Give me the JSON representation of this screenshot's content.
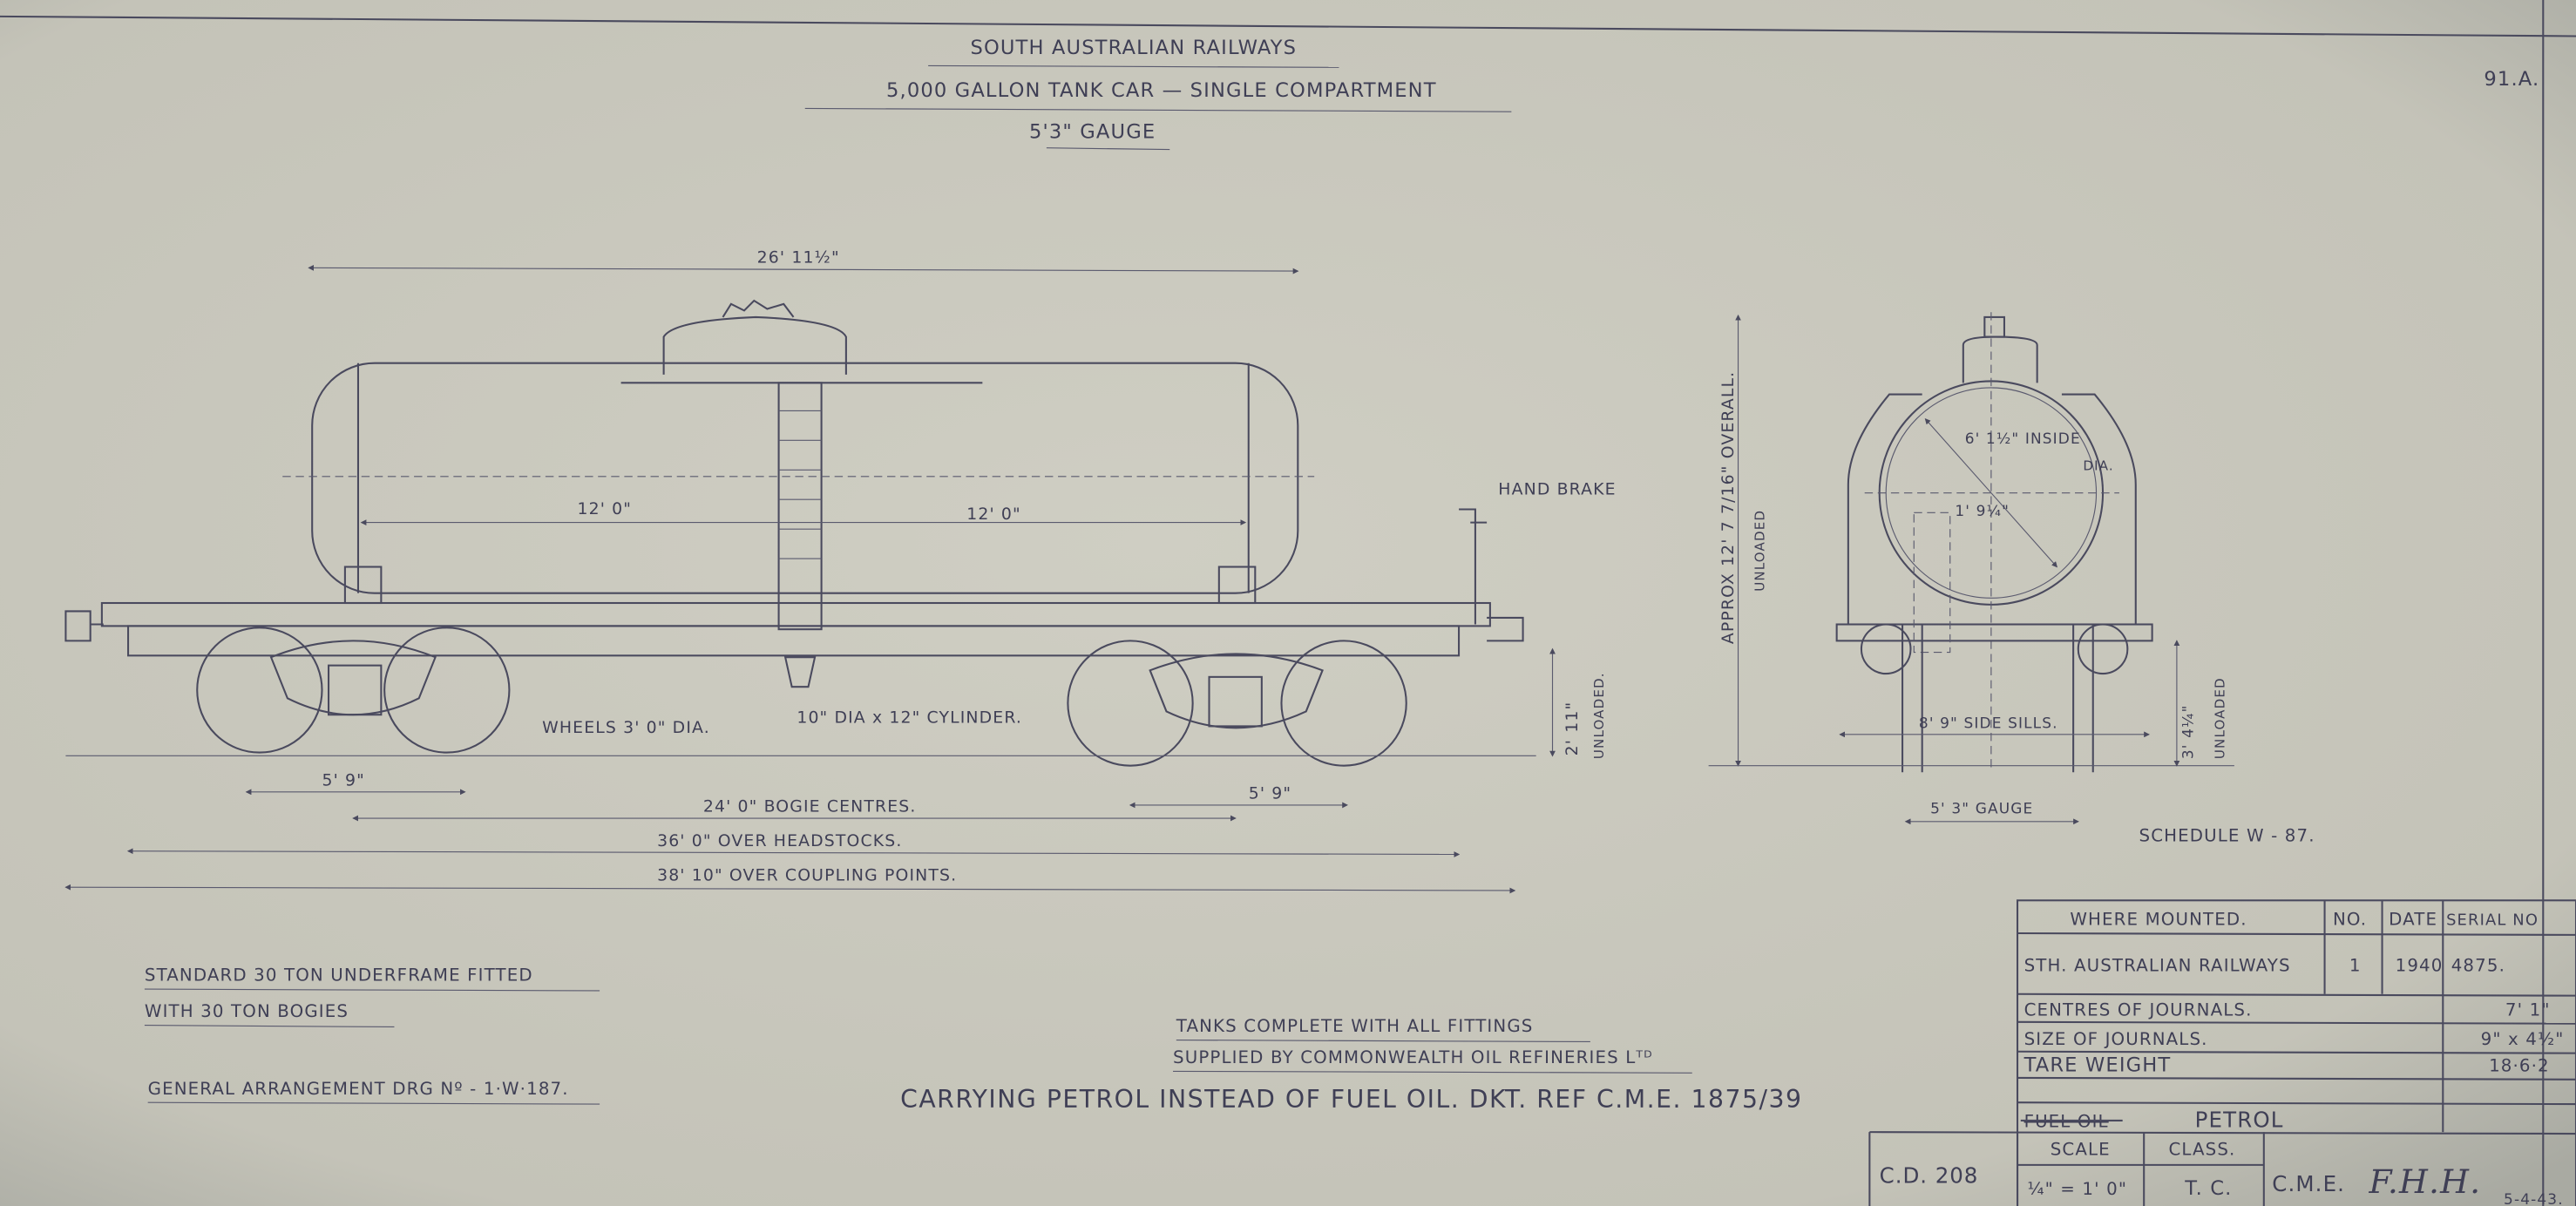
{
  "title": {
    "line1": "SOUTH AUSTRALIAN RAILWAYS",
    "line2": "5,000 GALLON TANK CAR — SINGLE COMPARTMENT",
    "line3": "5'3\" GAUGE"
  },
  "sheet_ref": "91.A.",
  "side_view": {
    "overall_tank": "26' 11½\"",
    "half_left": "12' 0\"",
    "half_right": "12' 0\"",
    "hand_brake": "HAND BRAKE",
    "wheels": "WHEELS  3' 0\" DIA.",
    "cylinder": "10\" DIA x 12\" CYLINDER.",
    "bogie_wheelbase_left": "5' 9\"",
    "bogie_wheelbase_right": "5' 9\"",
    "bogie_centres": "24' 0\" BOGIE CENTRES.",
    "over_headstocks": "36' 0\"  OVER HEADSTOCKS.",
    "over_coupling": "38' 10\"  OVER COUPLING POINTS.",
    "height_unloaded": "2' 11\"",
    "unloaded": "UNLOADED."
  },
  "end_view": {
    "overall_height": "APPROX 12' 7 7/16\" OVERALL.",
    "unloaded_left": "UNLOADED",
    "inside_dia": "6' 1½\" INSIDE",
    "dia": "DIA.",
    "offset": "1' 9¼\"",
    "side_sills": "8' 9\" SIDE SILLS.",
    "gauge": "5' 3\" GAUGE",
    "sill_height": "3' 4¼\"",
    "unloaded_right": "UNLOADED"
  },
  "schedule": "SCHEDULE  W - 87.",
  "notes": {
    "underframe_1": "STANDARD 30 TON  UNDERFRAME FITTED",
    "underframe_2": "WITH 30 TON BOGIES",
    "ga_drawing": "GENERAL ARRANGEMENT DRG Nº - 1·W·187.",
    "tanks_1": "TANKS COMPLETE WITH ALL FITTINGS",
    "tanks_2": "SUPPLIED BY COMMONWEALTH OIL REFINERIES Lᵀᴰ",
    "carrying": "CARRYING PETROL INSTEAD OF FUEL OIL. DKT. REF C.M.E. 1875/39"
  },
  "table": {
    "headers": [
      "WHERE MOUNTED.",
      "NO.",
      "DATE",
      "SERIAL NO"
    ],
    "row": [
      "STH. AUSTRALIAN RAILWAYS",
      "1",
      "1940",
      "4875."
    ],
    "centres_label": "CENTRES OF JOURNALS.",
    "centres_value": "7' 1\"",
    "size_label": "SIZE OF JOURNALS.",
    "size_value": "9\" x 4½\"",
    "tare_label": "TARE WEIGHT",
    "tare_value": "18·6·2",
    "struck_text": "FUEL OIL",
    "commodity": "PETROL",
    "cd_number": "C.D. 208",
    "scale_label": "SCALE",
    "scale_value": "¼\" = 1' 0\"",
    "class_label": "CLASS.",
    "class_value": "T. C.",
    "cme_label": "C.M.E.",
    "signature": "F.H.H.",
    "sign_date": "5-4-43."
  }
}
